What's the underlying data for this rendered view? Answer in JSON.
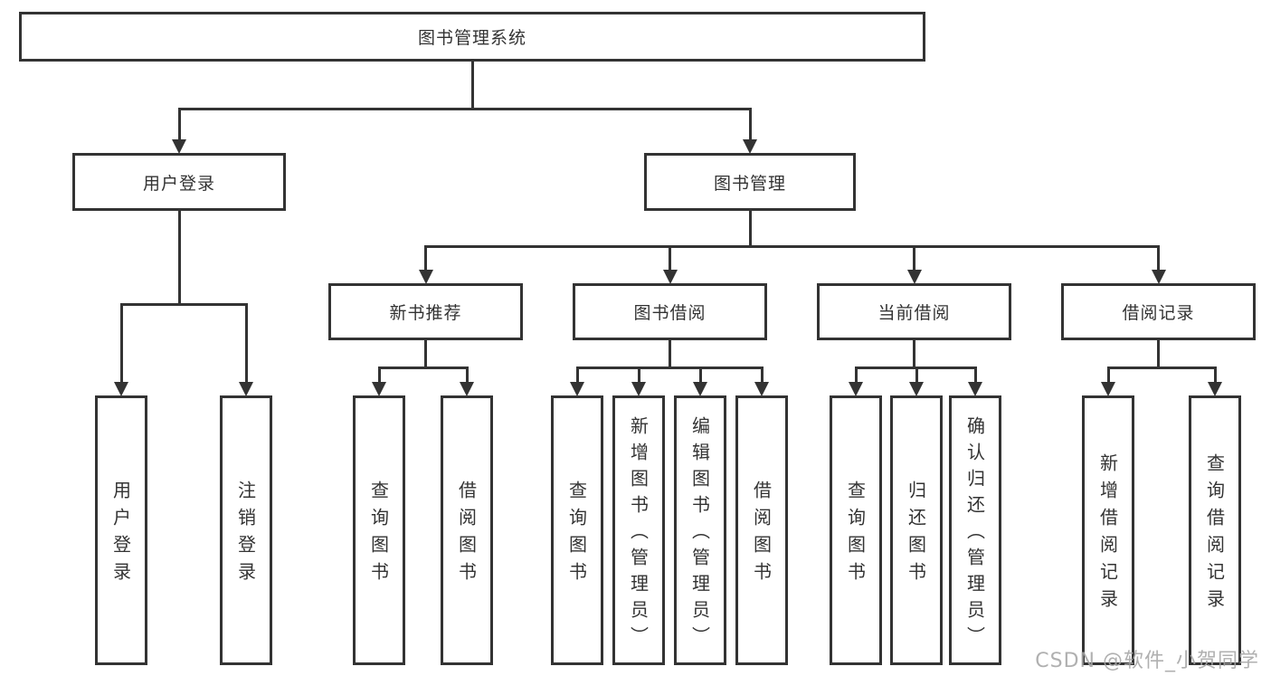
{
  "diagram": {
    "type": "tree",
    "title": "图书管理系统",
    "colors": {
      "line": "#333333",
      "node_border": "#333333",
      "node_fill": "#ffffff",
      "text": "#333333",
      "background": "#ffffff",
      "watermark": "#a5a5a5"
    },
    "nodes": [
      {
        "id": "root",
        "label": "图书管理系统",
        "parent": null
      },
      {
        "id": "user-login",
        "label": "用户登录",
        "parent": "root"
      },
      {
        "id": "book-mgmt",
        "label": "图书管理",
        "parent": "root"
      },
      {
        "id": "login",
        "label": "用户登录",
        "parent": "user-login"
      },
      {
        "id": "logout",
        "label": "注销登录",
        "parent": "user-login"
      },
      {
        "id": "new-books",
        "label": "新书推荐",
        "parent": "book-mgmt"
      },
      {
        "id": "book-borrow",
        "label": "图书借阅",
        "parent": "book-mgmt"
      },
      {
        "id": "current-borrow",
        "label": "当前借阅",
        "parent": "book-mgmt"
      },
      {
        "id": "borrow-records",
        "label": "借阅记录",
        "parent": "book-mgmt"
      },
      {
        "id": "nb-query",
        "label": "查询图书",
        "parent": "new-books"
      },
      {
        "id": "nb-borrow",
        "label": "借阅图书",
        "parent": "new-books"
      },
      {
        "id": "bb-query",
        "label": "查询图书",
        "parent": "book-borrow"
      },
      {
        "id": "bb-add",
        "label": "新增图书（管理员）",
        "parent": "book-borrow"
      },
      {
        "id": "bb-edit",
        "label": "编辑图书（管理员）",
        "parent": "book-borrow"
      },
      {
        "id": "bb-borrow",
        "label": "借阅图书",
        "parent": "book-borrow"
      },
      {
        "id": "cb-query",
        "label": "查询图书",
        "parent": "current-borrow"
      },
      {
        "id": "cb-return",
        "label": "归还图书",
        "parent": "current-borrow"
      },
      {
        "id": "cb-confirm",
        "label": "确认归还（管理员）",
        "parent": "current-borrow"
      },
      {
        "id": "br-add",
        "label": "新增借阅记录",
        "parent": "borrow-records"
      },
      {
        "id": "br-query",
        "label": "查询借阅记录",
        "parent": "borrow-records"
      }
    ],
    "watermark": "CSDN @软件_小贺同学"
  }
}
